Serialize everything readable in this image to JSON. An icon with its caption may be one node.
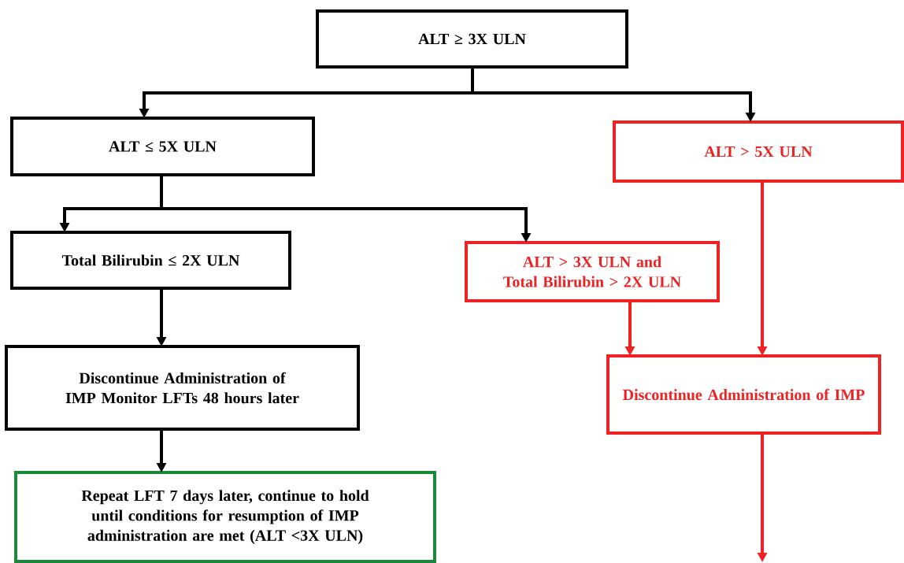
{
  "diagram": {
    "nodes": [
      {
        "text": [
          "ALT ≥ 3X ULN"
        ]
      },
      {
        "text": [
          "ALT ≤ 5X ULN"
        ]
      },
      {
        "text": [
          "ALT > 5X ULN"
        ]
      },
      {
        "text": [
          "Total Bilirubin ≤ 2X ULN"
        ]
      },
      {
        "text": [
          "ALT > 3X ULN and Total Bilirubin > 2X ULN"
        ]
      },
      {
        "text": [
          "Discontinue Administration of IMP Monitor LFTs 48 hours later"
        ]
      },
      {
        "text": [
          "Discontinue Administration of IMP"
        ]
      },
      {
        "text": [
          "Repeat LFT 7 days later, continue to hold until conditions for resumption of IMP administration are met (ALT <3X ULN)"
        ]
      }
    ],
    "edges": [
      {
        "from": 0,
        "to": 1,
        "arrow": "to"
      },
      {
        "from": 0,
        "to": 2,
        "arrow": "to"
      },
      {
        "from": 1,
        "to": 3,
        "arrow": "to"
      },
      {
        "from": 1,
        "to": 4,
        "arrow": "to"
      },
      {
        "from": 3,
        "to": 5,
        "arrow": "to"
      },
      {
        "from": 5,
        "to": 7,
        "arrow": "to"
      },
      {
        "from": 4,
        "to": 6,
        "arrow": "to",
        "color": "#ee2222"
      },
      {
        "from": 2,
        "to": 6,
        "arrow": "to",
        "color": "#ee2222"
      },
      {
        "from": 6,
        "to": null,
        "arrow": "to",
        "color": "#ee2222"
      }
    ]
  }
}
